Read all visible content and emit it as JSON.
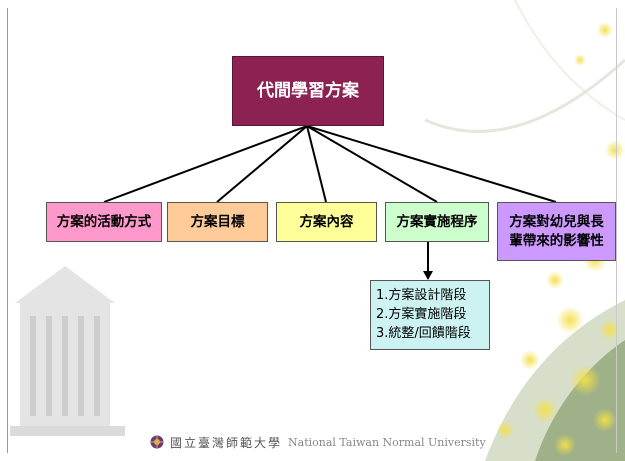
{
  "diagram": {
    "root": "代間學習方案",
    "children": [
      "方案的活動方式",
      "方案目標",
      "方案內容",
      "方案實施程序",
      "方案對幼兒與長輩帶來的影響性"
    ],
    "child5_lines": [
      "方案對幼兒與長",
      "輩帶來的影響性"
    ],
    "sub_steps": [
      "1.方案設計階段",
      "2.方案實施階段",
      "3.統整/回饋階段"
    ]
  },
  "footer": {
    "school_zh": "國立臺灣師範大學",
    "school_en": "National Taiwan Normal University"
  },
  "colors": {
    "root": "#8b2252",
    "child1": "#ff99cc",
    "child2": "#ffcc99",
    "child3": "#ffff99",
    "child4": "#ccffcc",
    "child5": "#cc99ff",
    "sub": "#ccf2f2"
  }
}
